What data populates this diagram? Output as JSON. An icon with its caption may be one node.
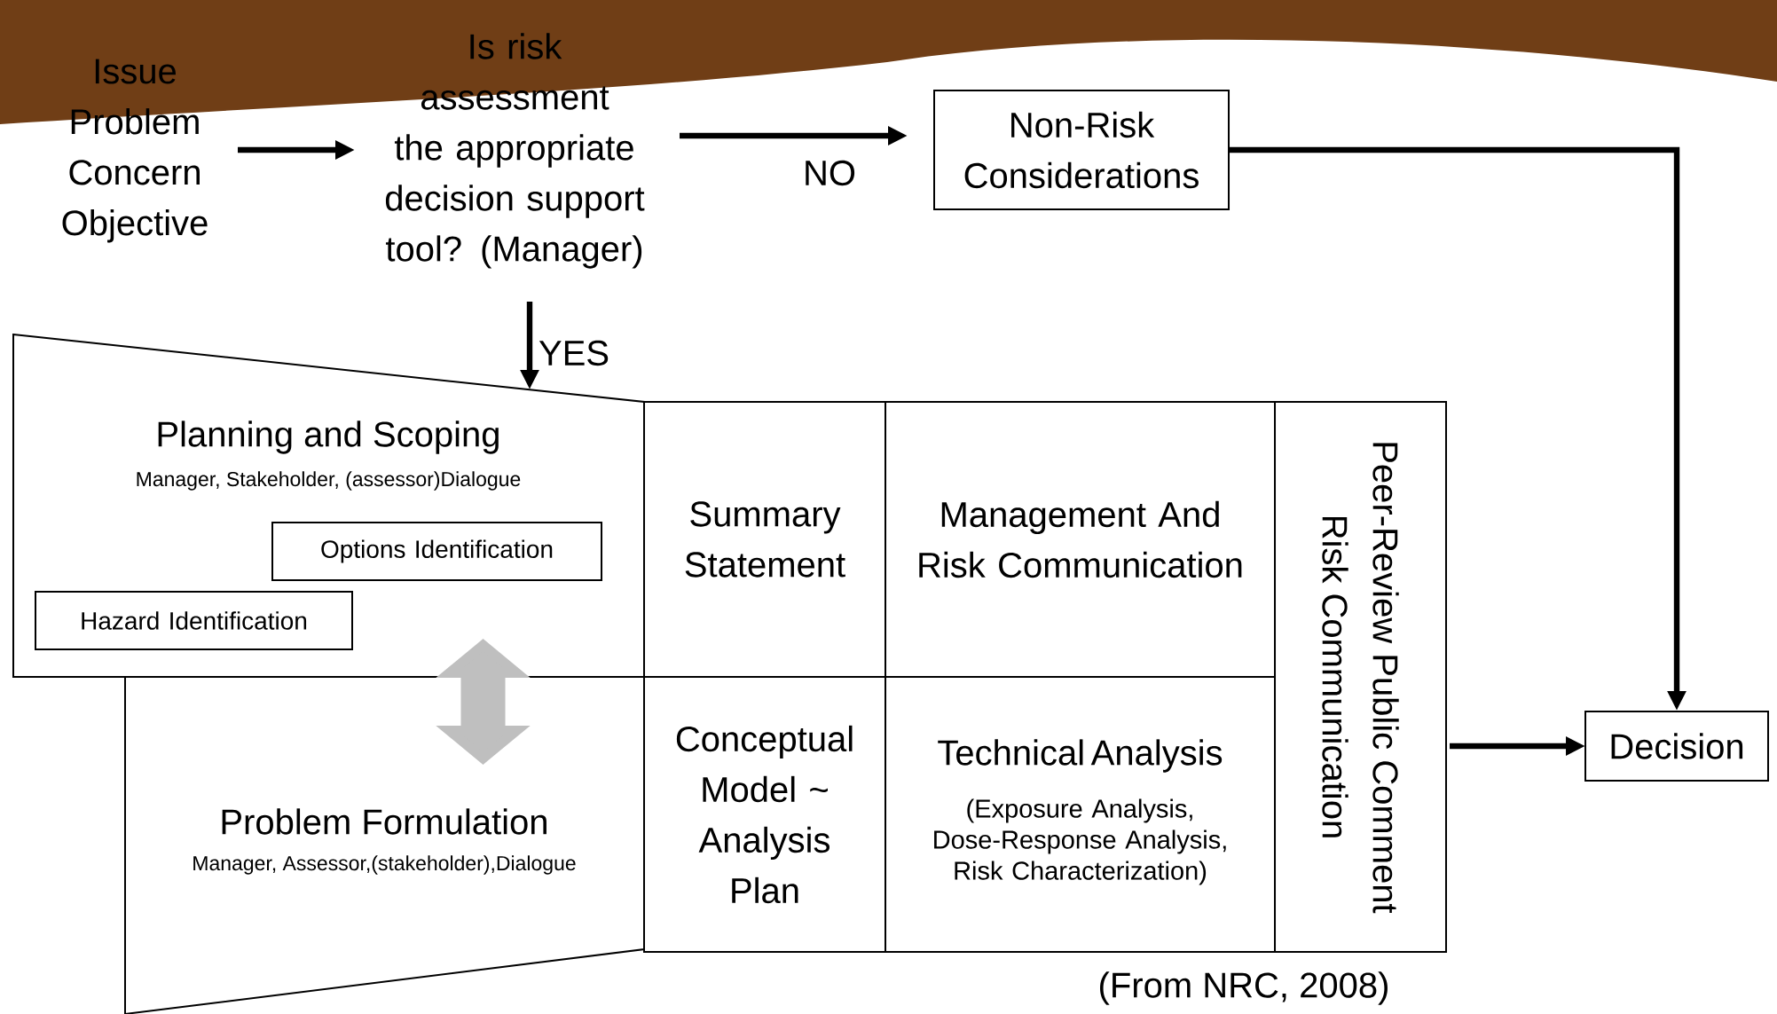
{
  "diagram": {
    "nodes": [
      {
        "text": [
          "Issue Problem Concern Objective"
        ]
      },
      {
        "text": [
          "Is risk assessment the appropriate decision support tool? (Manager)"
        ]
      },
      {
        "text": [
          "Non-Risk Considerations"
        ]
      },
      {
        "text": [
          "Planning and Scoping",
          "Manager, Stakeholder, (assessor)Dialogue"
        ]
      },
      {
        "text": [
          "Options Identification"
        ],
        "in": 3
      },
      {
        "text": [
          "Hazard Identification"
        ],
        "in": 3
      },
      {
        "text": [
          "Problem Formulation",
          "Manager, Assessor,(stakeholder),Dialogue"
        ]
      },
      {
        "text": [
          "Summary Statement"
        ]
      },
      {
        "text": [
          "Conceptual Model ~ Analysis Plan"
        ]
      },
      {
        "text": [
          "Management And Risk Communication"
        ]
      },
      {
        "text": [
          "Technical Analysis",
          "(Exposure Analysis, Dose-Response Analysis, Risk Characterization)"
        ]
      },
      {
        "text": [
          "Peer-Review Public Comment Risk Communication"
        ]
      },
      {
        "text": [
          "Decision"
        ]
      }
    ],
    "edges": [
      {
        "from": 0,
        "to": 1,
        "arrow": "to"
      },
      {
        "from": 1,
        "to": 2,
        "arrow": "to",
        "label": "NO"
      },
      {
        "from": 1,
        "to": 3,
        "arrow": "to",
        "label": "YES"
      },
      {
        "from": 3,
        "to": 6,
        "arrow": "both",
        "style": "thick",
        "color": "#bfbfbf"
      },
      {
        "from": 2,
        "to": 12,
        "arrow": "to"
      },
      {
        "from": 11,
        "to": 12,
        "arrow": "to"
      }
    ],
    "labels": [
      "(From NRC, 2008)"
    ]
  }
}
